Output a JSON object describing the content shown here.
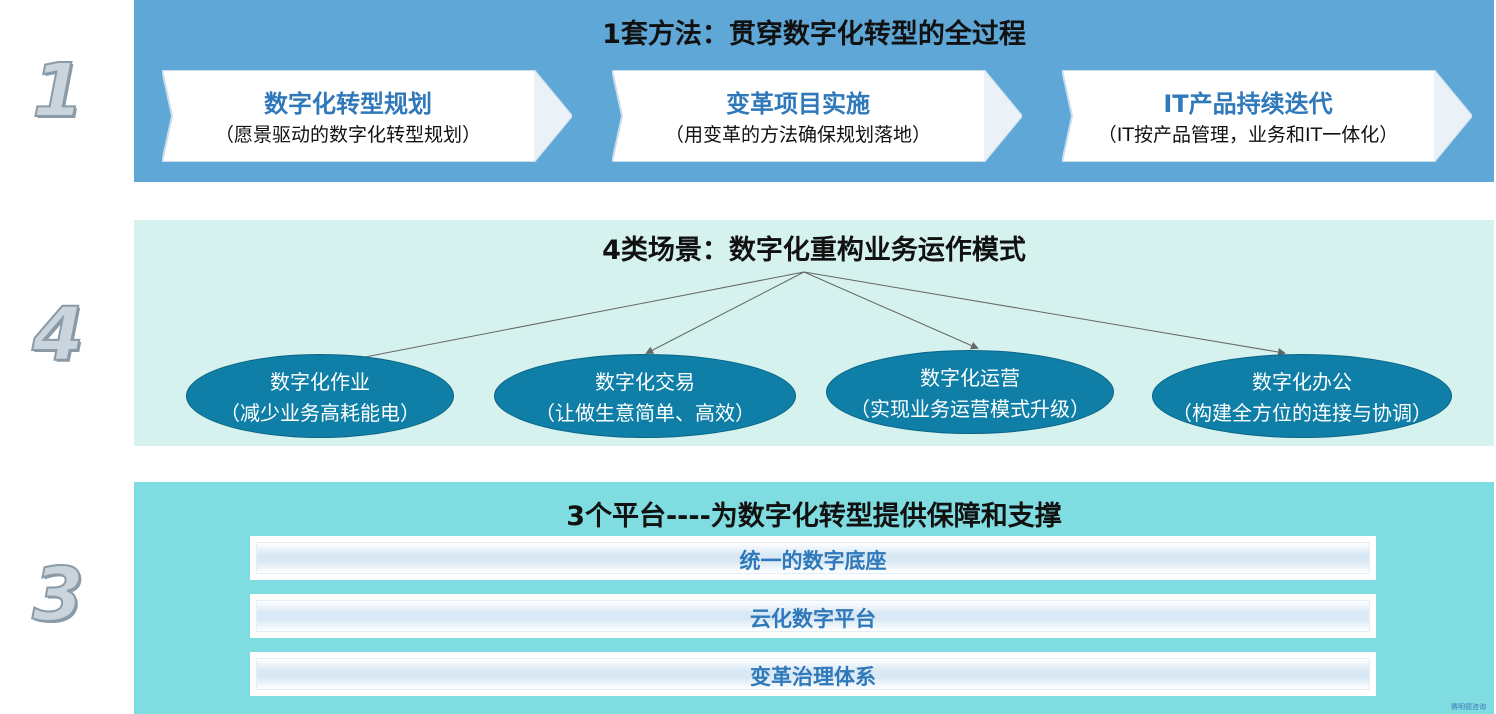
{
  "numbers": {
    "n1": "1",
    "n4": "4",
    "n3": "3"
  },
  "section1": {
    "title": "1套方法：贯穿数字化转型的全过程",
    "steps": [
      {
        "title": "数字化转型规划",
        "subtitle": "（愿景驱动的数字化转型规划）"
      },
      {
        "title": "变革项目实施",
        "subtitle": "（用变革的方法确保规划落地）"
      },
      {
        "title": "IT产品持续迭代",
        "subtitle": "（IT按产品管理，业务和IT一体化）"
      }
    ]
  },
  "section2": {
    "title": "4类场景：数字化重构业务运作模式",
    "scenarios": [
      {
        "title": "数字化作业",
        "subtitle": "（减少业务高耗能电）"
      },
      {
        "title": "数字化交易",
        "subtitle": "（让做生意简单、高效）"
      },
      {
        "title": "数字化运营",
        "subtitle": "（实现业务运营模式升级）"
      },
      {
        "title": "数字化办公",
        "subtitle": "（构建全方位的连接与协调）"
      }
    ]
  },
  "section3": {
    "title": "3个平台----为数字化转型提供保障和支撑",
    "platforms": [
      "统一的数字底座",
      "云化数字平台",
      "变革治理体系"
    ]
  },
  "watermark": "赛明德咨询",
  "colors": {
    "section1_bg": "#5ea7d6",
    "section2_bg": "#d5f2ee",
    "section3_bg": "#7fdce0",
    "ellipse": "#0f7fa7",
    "accent_text": "#2f78ba"
  }
}
